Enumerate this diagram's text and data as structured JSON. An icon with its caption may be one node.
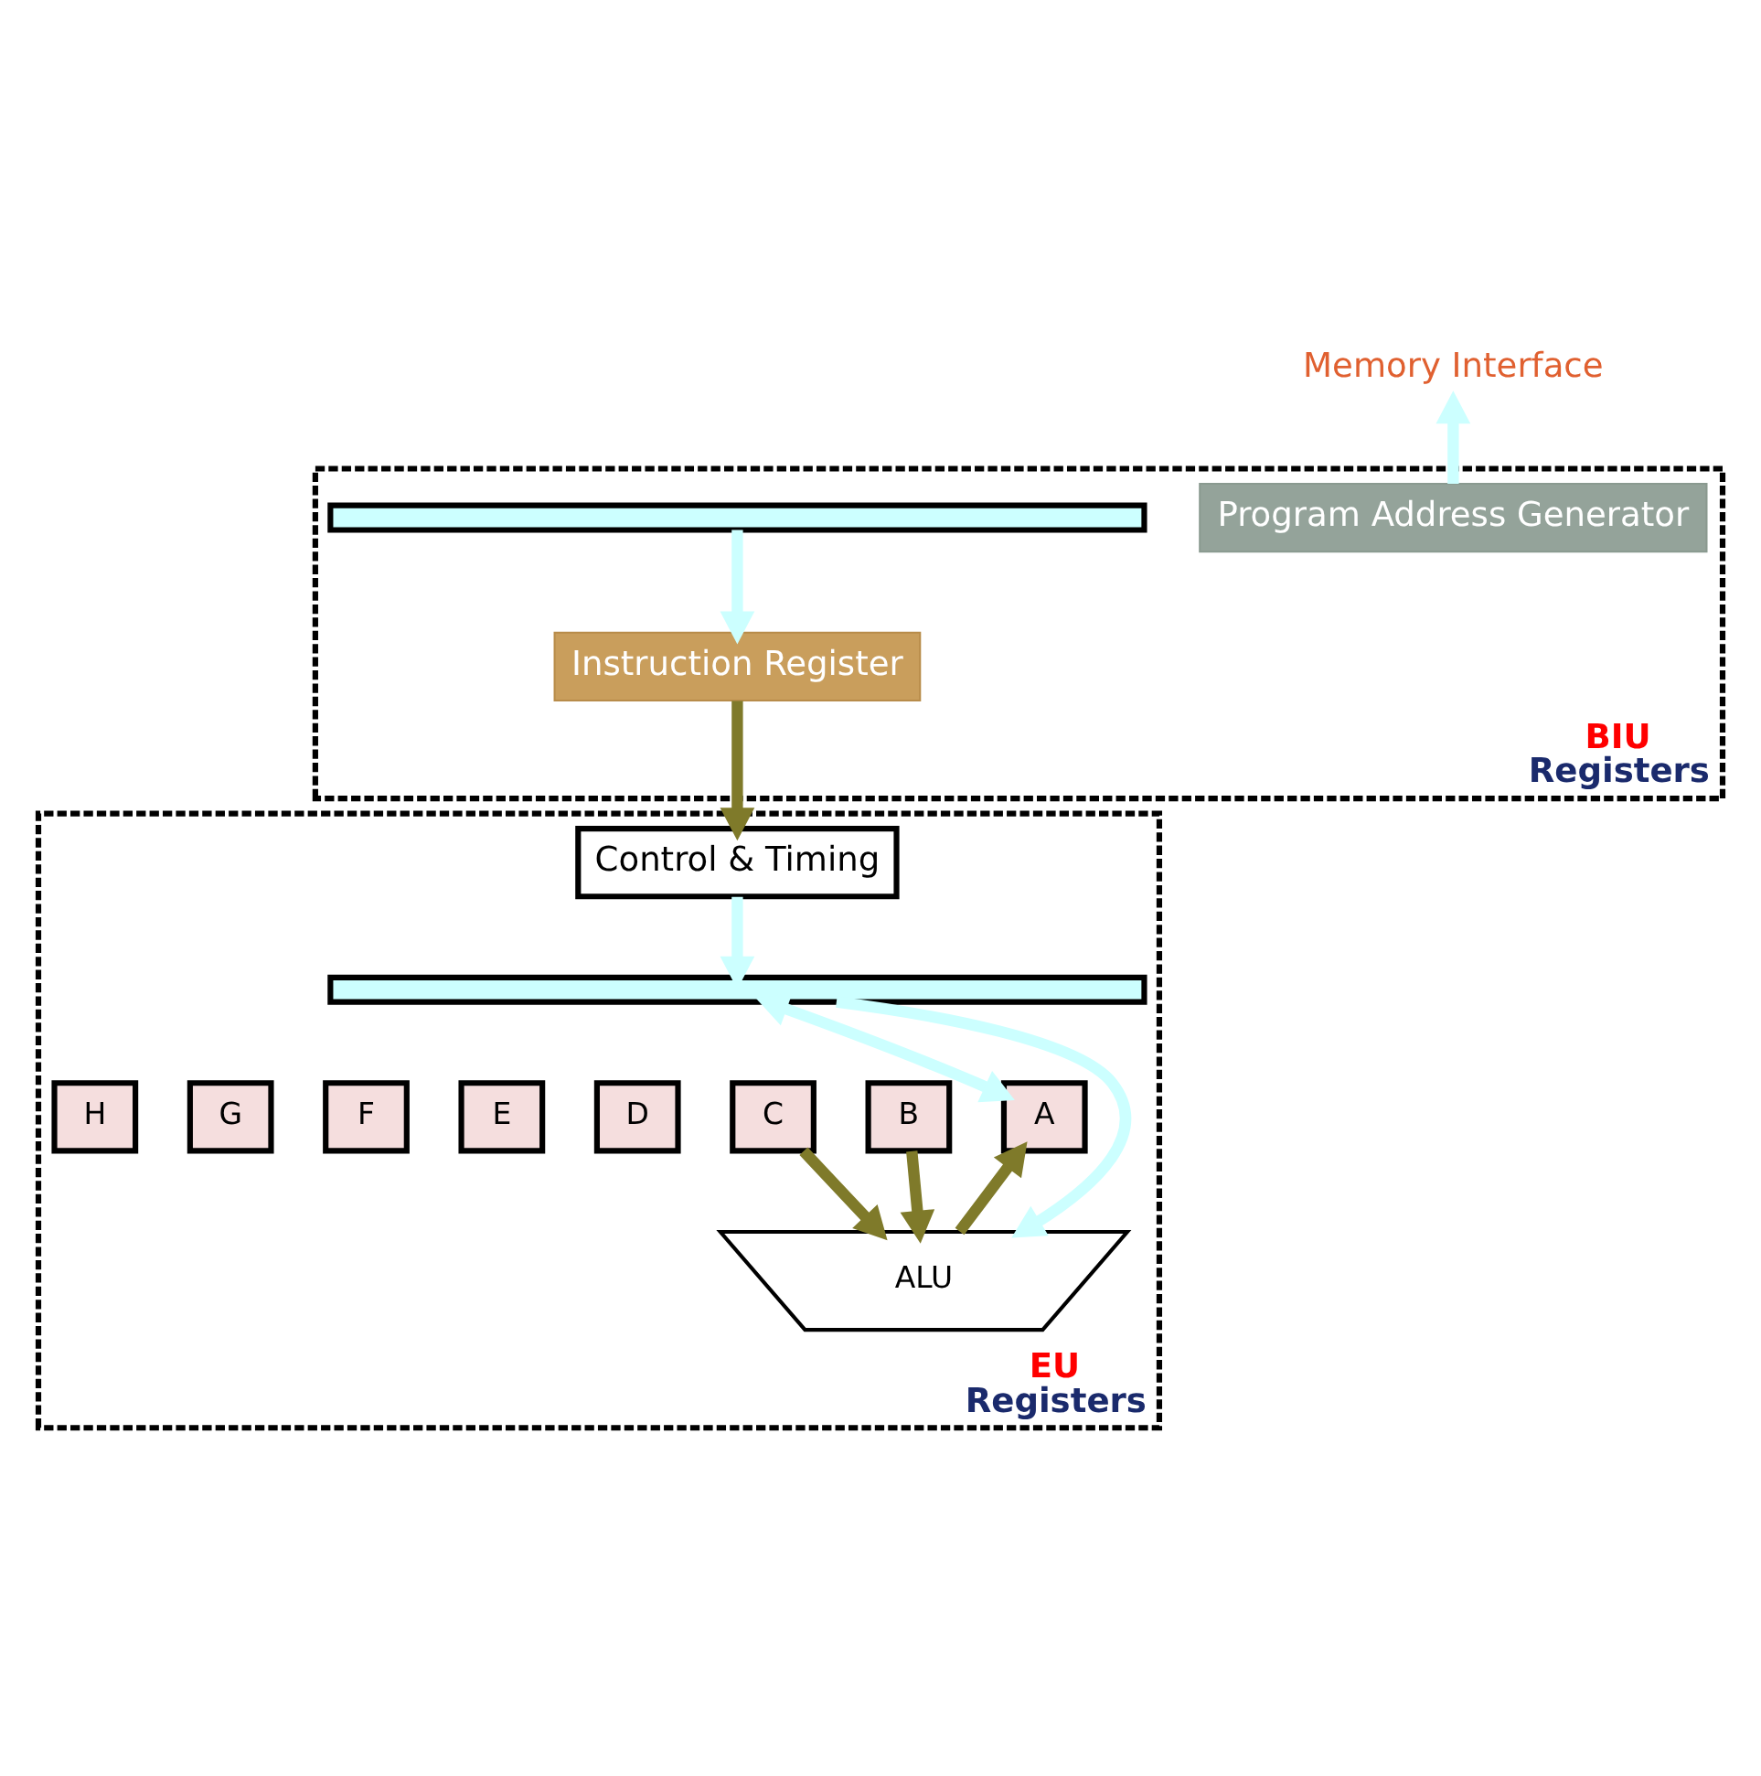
{
  "diagram": {
    "nodes": [
      {
        "text": [
          "Memory Interface"
        ]
      },
      {
        "text": [
          "BIU",
          "Registers"
        ]
      },
      {
        "text": [
          "Program Address Generator"
        ],
        "in": 1
      },
      {
        "text": [],
        "shape": "bar",
        "in": 1
      },
      {
        "text": [
          "Instruction Register"
        ],
        "in": 1
      },
      {
        "text": [
          "EU",
          "Registers"
        ]
      },
      {
        "text": [
          "Control & Timing"
        ],
        "in": 5
      },
      {
        "text": [],
        "shape": "bar",
        "in": 5
      },
      {
        "text": [
          "A"
        ],
        "in": 5
      },
      {
        "text": [
          "B"
        ],
        "in": 5
      },
      {
        "text": [
          "C"
        ],
        "in": 5
      },
      {
        "text": [
          "D"
        ],
        "in": 5
      },
      {
        "text": [
          "E"
        ],
        "in": 5
      },
      {
        "text": [
          "F"
        ],
        "in": 5
      },
      {
        "text": [
          "G"
        ],
        "in": 5
      },
      {
        "text": [
          "H"
        ],
        "in": 5
      },
      {
        "text": [
          "ALU"
        ],
        "in": 5
      }
    ],
    "edges": [
      {
        "from": 2,
        "to": 0,
        "arrow": "to"
      },
      {
        "from": 3,
        "to": 4,
        "arrow": "to"
      },
      {
        "from": 4,
        "to": 6,
        "arrow": "to",
        "color": "#7f7a2a"
      },
      {
        "from": 6,
        "to": 7,
        "arrow": "to"
      },
      {
        "from": 7,
        "to": 8,
        "arrow": "both"
      },
      {
        "from": 7,
        "to": 16,
        "arrow": "to"
      },
      {
        "from": 9,
        "to": 16,
        "arrow": "to",
        "color": "#7f7a2a"
      },
      {
        "from": 10,
        "to": 16,
        "arrow": "to",
        "color": "#7f7a2a"
      },
      {
        "from": 16,
        "to": 8,
        "arrow": "to",
        "color": "#7f7a2a"
      }
    ]
  }
}
